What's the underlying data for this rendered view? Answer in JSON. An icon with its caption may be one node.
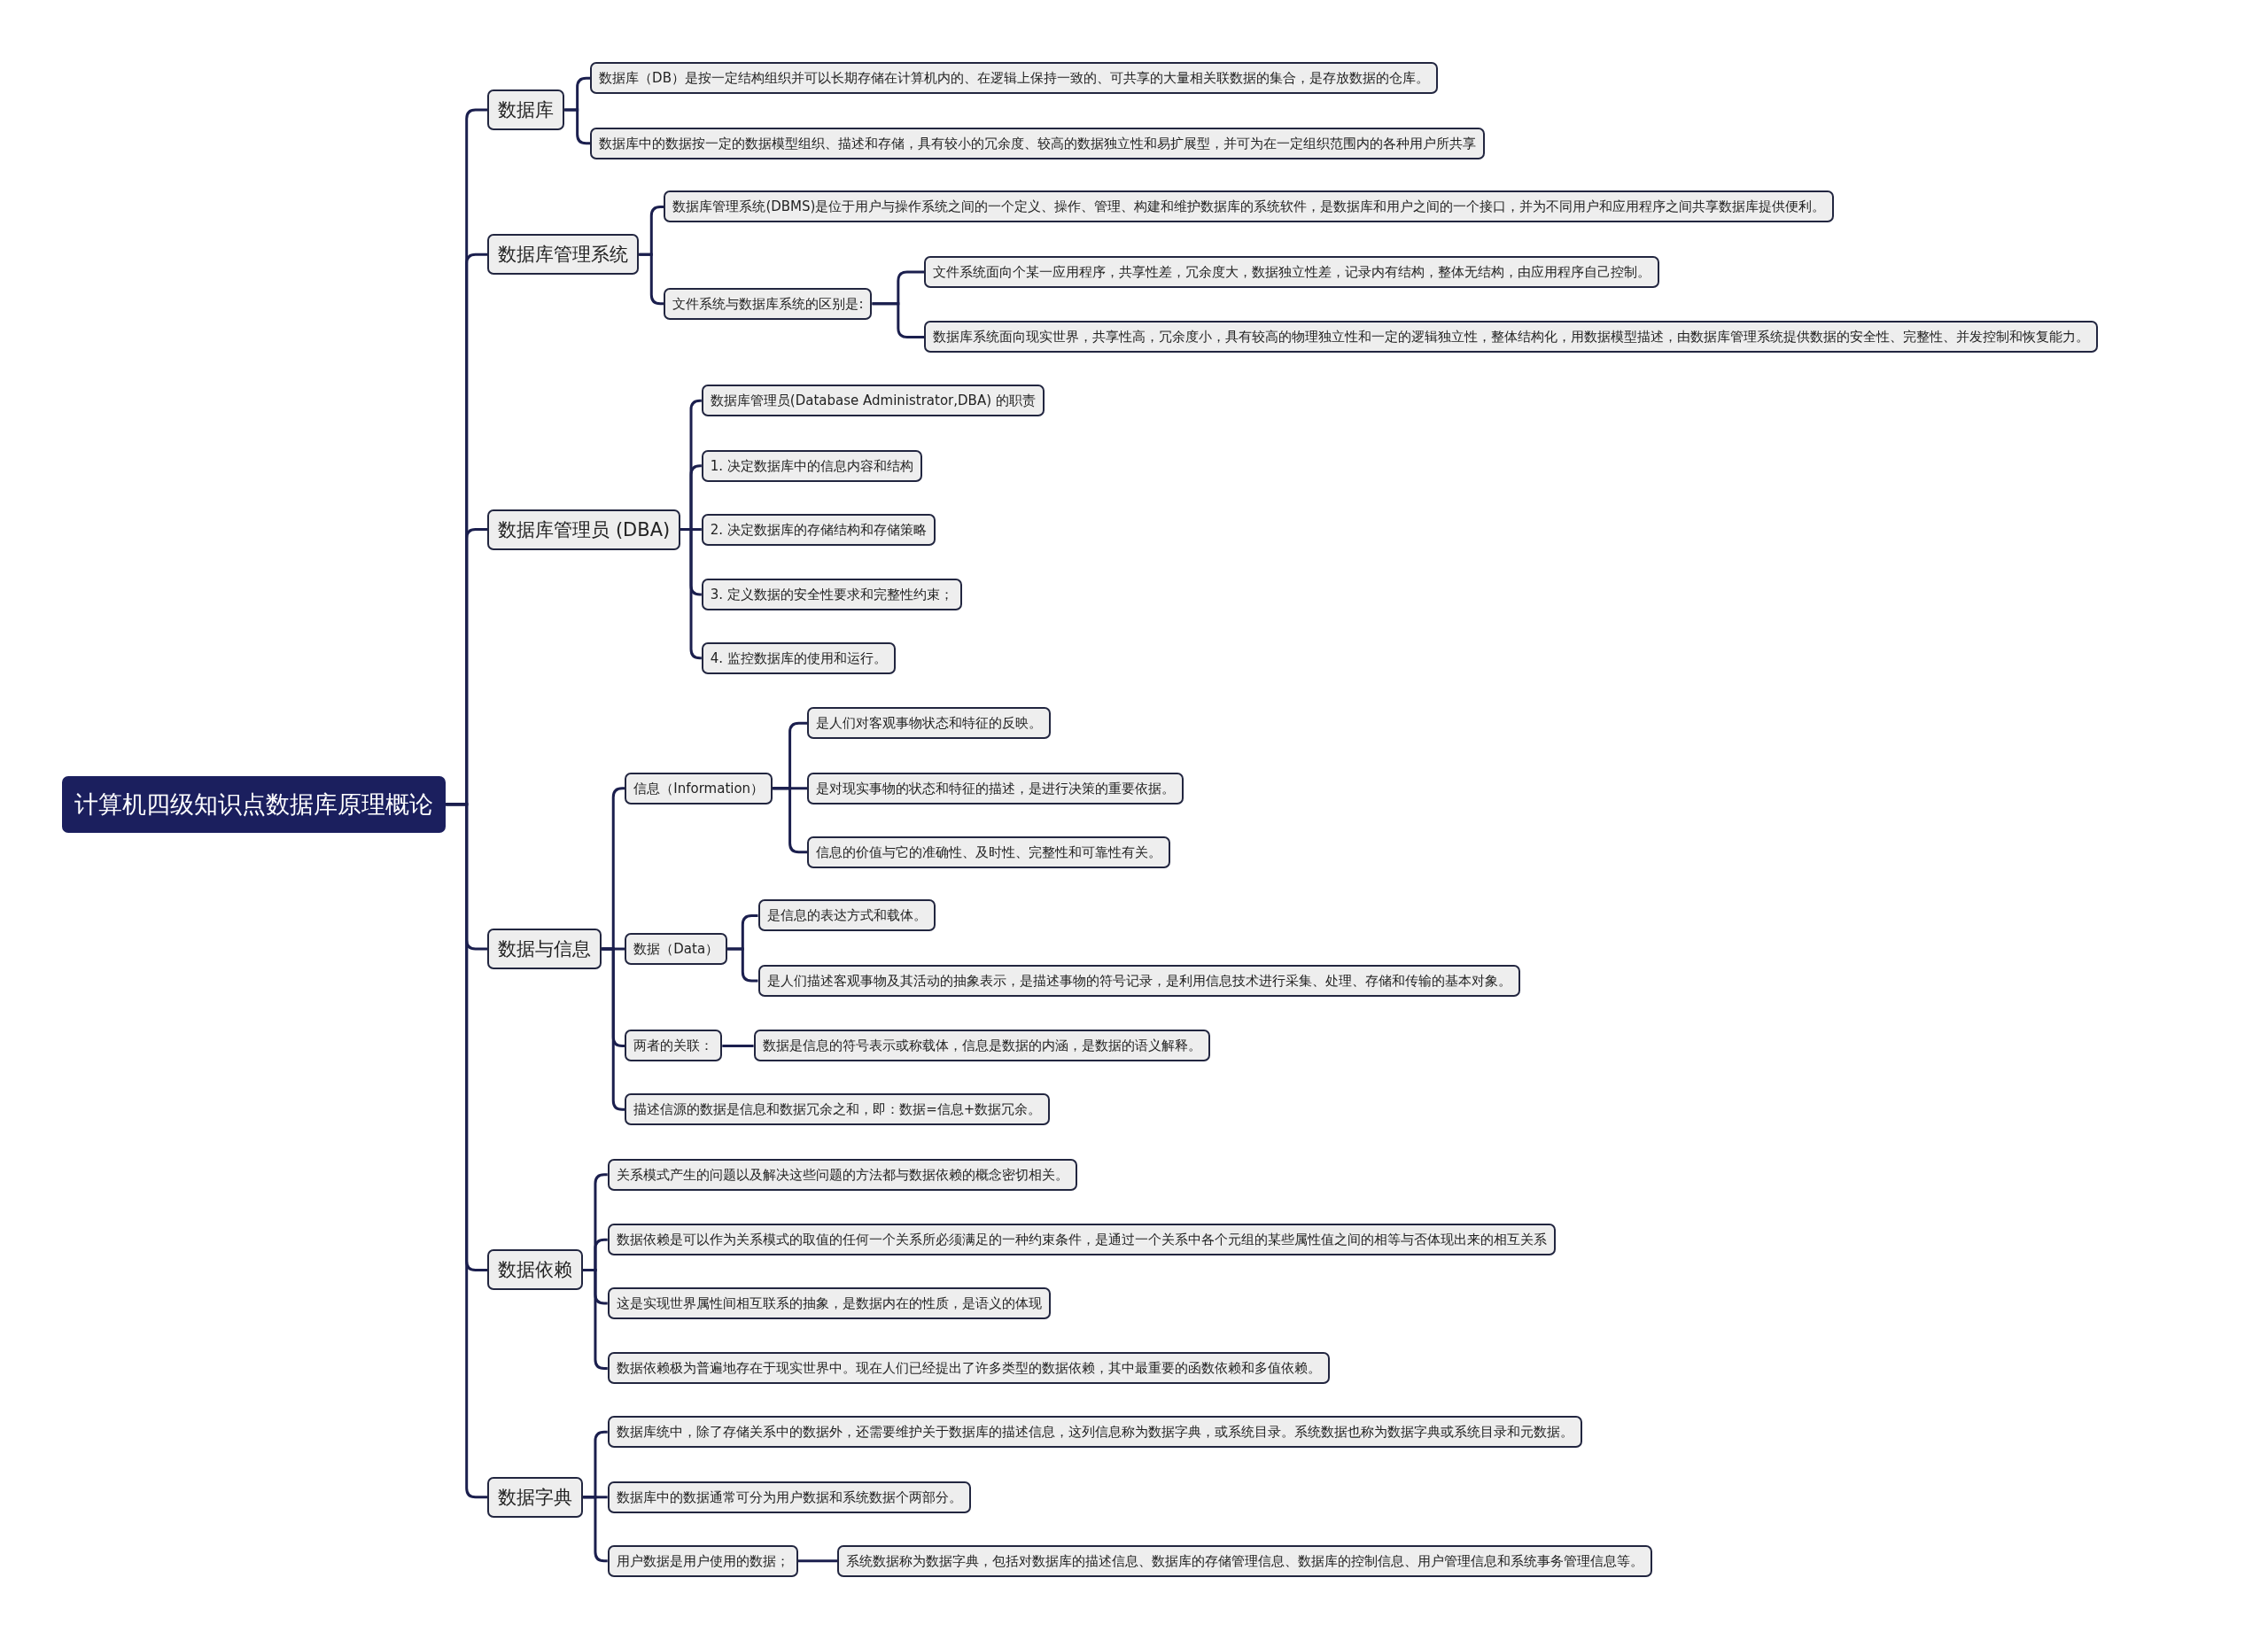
{
  "diagram": {
    "nodes": [
      {
        "text": [
          "计算机四级知识点数据库原理概论"
        ]
      },
      {
        "text": [
          "数据库"
        ]
      },
      {
        "text": [
          "数据库（DB）是按一定结构组织并可以长期存储在计算机内的、在逻辑上保持一致的、可共享的大量相关联数据的集合，是存放数据的仓库。"
        ]
      },
      {
        "text": [
          "数据库中的数据按一定的数据模型组织、描述和存储，具有较小的冗余度、较高的数据独立性和易扩展型，并可为在一定组织范围内的各种用户所共享"
        ]
      },
      {
        "text": [
          "数据库管理系统"
        ]
      },
      {
        "text": [
          "数据库管理系统(DBMS)是位于用户与操作系统之间的一个定义、操作、管理、构建和维护数据库的系统软件，是数据库和用户之间的一个接口，并为不同用户和应用程序之间共享数据库提供便利。"
        ]
      },
      {
        "text": [
          "文件系统与数据库系统的区别是:"
        ]
      },
      {
        "text": [
          "文件系统面向个某一应用程序，共享性差，冗余度大，数据独立性差，记录内有结构，整体无结构，由应用程序自己控制。"
        ]
      },
      {
        "text": [
          "数据库系统面向现实世界，共享性高，冗余度小，具有较高的物理独立性和一定的逻辑独立性，整体结构化，用数据模型描述，由数据库管理系统提供数据的安全性、完整性、并发控制和恢复能力。"
        ]
      },
      {
        "text": [
          "数据库管理员 (DBA)"
        ]
      },
      {
        "text": [
          "数据库管理员(Database Administrator,DBA) 的职责"
        ]
      },
      {
        "text": [
          "1. 决定数据库中的信息内容和结构"
        ]
      },
      {
        "text": [
          "2. 决定数据库的存储结构和存储策略"
        ]
      },
      {
        "text": [
          "3. 定义数据的安全性要求和完整性约束；"
        ]
      },
      {
        "text": [
          "4. 监控数据库的使用和运行。"
        ]
      },
      {
        "text": [
          "数据与信息"
        ]
      },
      {
        "text": [
          "信息（Information）"
        ]
      },
      {
        "text": [
          "是人们对客观事物状态和特征的反映。"
        ]
      },
      {
        "text": [
          "是对现实事物的状态和特征的描述，是进行决策的重要依据。"
        ]
      },
      {
        "text": [
          "信息的价值与它的准确性、及时性、完整性和可靠性有关。"
        ]
      },
      {
        "text": [
          "数据（Data）"
        ]
      },
      {
        "text": [
          "是信息的表达方式和载体。"
        ]
      },
      {
        "text": [
          "是人们描述客观事物及其活动的抽象表示，是描述事物的符号记录，是利用信息技术进行采集、处理、存储和传输的基本对象。"
        ]
      },
      {
        "text": [
          "两者的关联："
        ]
      },
      {
        "text": [
          "数据是信息的符号表示或称载体，信息是数据的内涵，是数据的语义解释。"
        ]
      },
      {
        "text": [
          "描述信源的数据是信息和数据冗余之和，即：数据=信息+数据冗余。"
        ]
      },
      {
        "text": [
          "数据依赖"
        ]
      },
      {
        "text": [
          "关系模式产生的问题以及解决这些问题的方法都与数据依赖的概念密切相关。"
        ]
      },
      {
        "text": [
          "数据依赖是可以作为关系模式的取值的任何一个关系所必须满足的一种约束条件，是通过一个关系中各个元组的某些属性值之间的相等与否体现出来的相互关系"
        ]
      },
      {
        "text": [
          "这是实现世界属性间相互联系的抽象，是数据内在的性质，是语义的体现"
        ]
      },
      {
        "text": [
          "数据依赖极为普遍地存在于现实世界中。现在人们已经提出了许多类型的数据依赖，其中最重要的函数依赖和多值依赖。"
        ]
      },
      {
        "text": [
          "数据字典"
        ]
      },
      {
        "text": [
          "数据库统中，除了存储关系中的数据外，还需要维护关于数据库的描述信息，这列信息称为数据字典，或系统目录。系统数据也称为数据字典或系统目录和元数据。"
        ]
      },
      {
        "text": [
          "数据库中的数据通常可分为用户数据和系统数据个两部分。"
        ]
      },
      {
        "text": [
          "用户数据是用户使用的数据；"
        ]
      },
      {
        "text": [
          "系统数据称为数据字典，包括对数据库的描述信息、数据库的存储管理信息、数据库的控制信息、用户管理信息和系统事务管理信息等。"
        ]
      }
    ],
    "edges": [
      {
        "from": 0,
        "to": 1,
        "arrow": "none"
      },
      {
        "from": 1,
        "to": 2,
        "arrow": "none"
      },
      {
        "from": 1,
        "to": 3,
        "arrow": "none"
      },
      {
        "from": 0,
        "to": 4,
        "arrow": "none"
      },
      {
        "from": 4,
        "to": 5,
        "arrow": "none"
      },
      {
        "from": 4,
        "to": 6,
        "arrow": "none"
      },
      {
        "from": 6,
        "to": 7,
        "arrow": "none"
      },
      {
        "from": 6,
        "to": 8,
        "arrow": "none"
      },
      {
        "from": 0,
        "to": 9,
        "arrow": "none"
      },
      {
        "from": 9,
        "to": 10,
        "arrow": "none"
      },
      {
        "from": 9,
        "to": 11,
        "arrow": "none"
      },
      {
        "from": 9,
        "to": 12,
        "arrow": "none"
      },
      {
        "from": 9,
        "to": 13,
        "arrow": "none"
      },
      {
        "from": 9,
        "to": 14,
        "arrow": "none"
      },
      {
        "from": 0,
        "to": 15,
        "arrow": "none"
      },
      {
        "from": 15,
        "to": 16,
        "arrow": "none"
      },
      {
        "from": 16,
        "to": 17,
        "arrow": "none"
      },
      {
        "from": 16,
        "to": 18,
        "arrow": "none"
      },
      {
        "from": 16,
        "to": 19,
        "arrow": "none"
      },
      {
        "from": 15,
        "to": 20,
        "arrow": "none"
      },
      {
        "from": 20,
        "to": 21,
        "arrow": "none"
      },
      {
        "from": 20,
        "to": 22,
        "arrow": "none"
      },
      {
        "from": 15,
        "to": 23,
        "arrow": "none"
      },
      {
        "from": 23,
        "to": 24,
        "arrow": "none"
      },
      {
        "from": 15,
        "to": 25,
        "arrow": "none"
      },
      {
        "from": 0,
        "to": 26,
        "arrow": "none"
      },
      {
        "from": 26,
        "to": 27,
        "arrow": "none"
      },
      {
        "from": 26,
        "to": 28,
        "arrow": "none"
      },
      {
        "from": 26,
        "to": 29,
        "arrow": "none"
      },
      {
        "from": 26,
        "to": 30,
        "arrow": "none"
      },
      {
        "from": 0,
        "to": 31,
        "arrow": "none"
      },
      {
        "from": 31,
        "to": 32,
        "arrow": "none"
      },
      {
        "from": 31,
        "to": 33,
        "arrow": "none"
      },
      {
        "from": 31,
        "to": 34,
        "arrow": "none"
      },
      {
        "from": 34,
        "to": 35,
        "arrow": "none"
      }
    ]
  }
}
